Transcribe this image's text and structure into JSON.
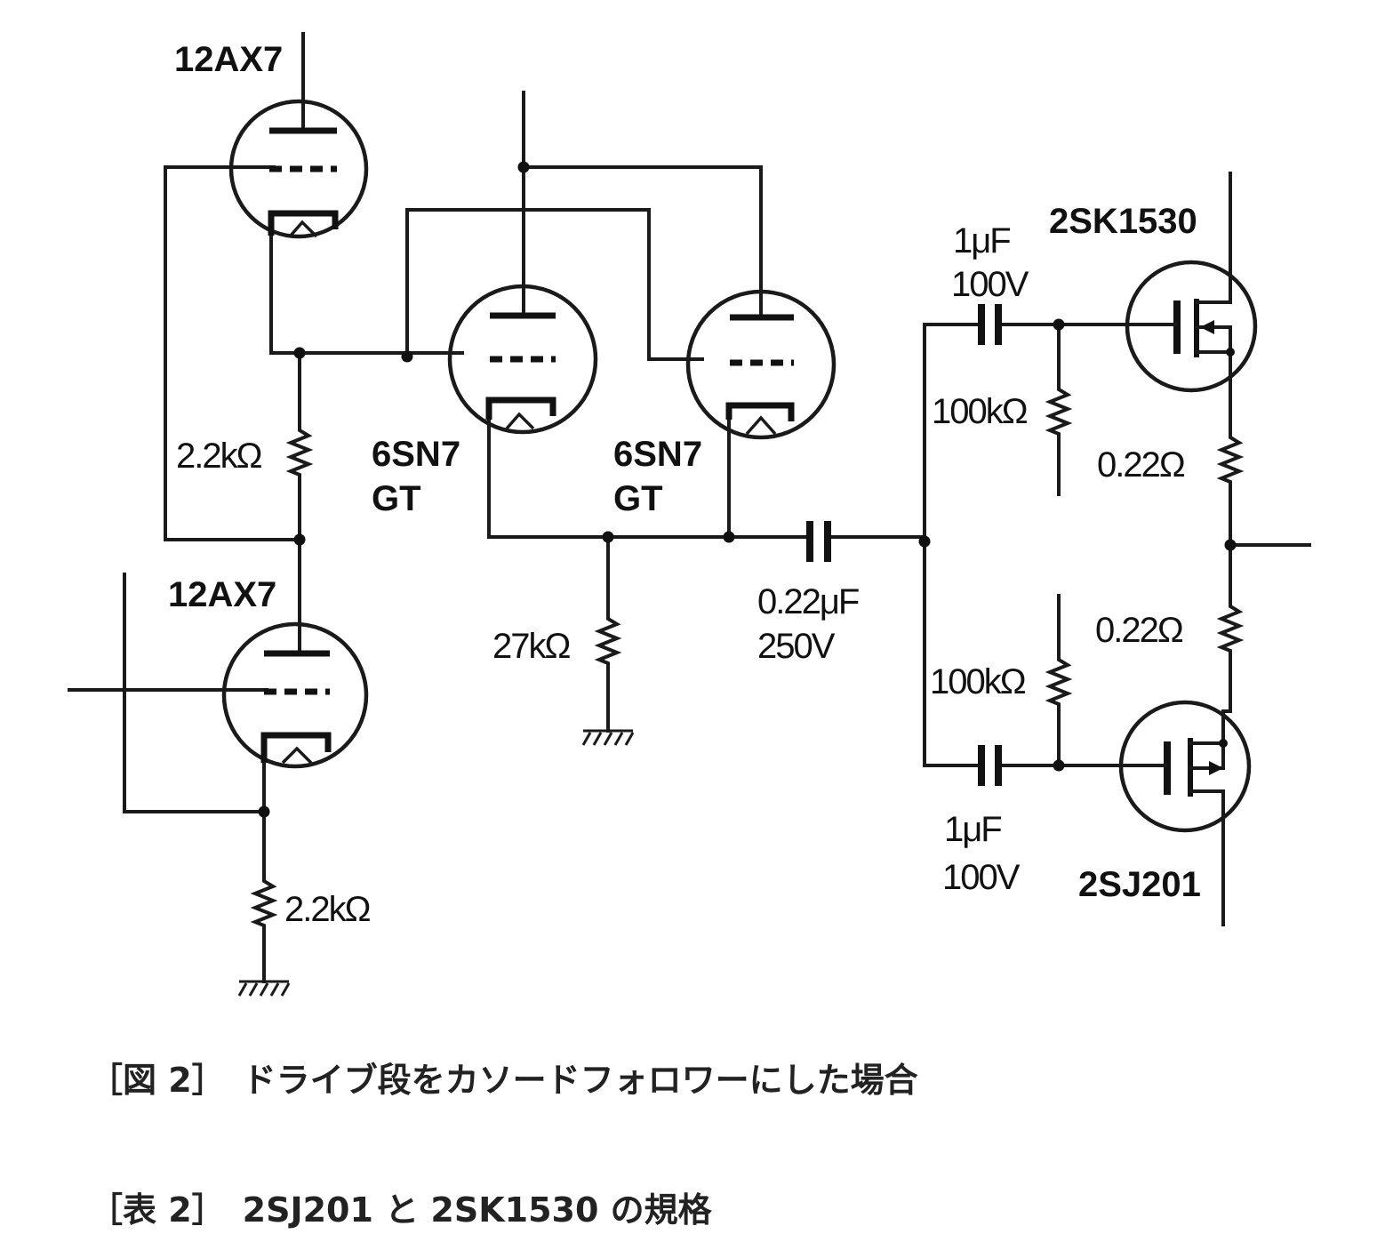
{
  "tubes": {
    "top_12ax7": "12AX7",
    "bottom_12ax7": "12AX7",
    "left_6sn7": [
      "6SN7",
      "GT"
    ],
    "right_6sn7": [
      "6SN7",
      "GT"
    ]
  },
  "transistors": {
    "nch": "2SK1530",
    "pch": "2SJ201"
  },
  "resistors": {
    "r_mid": "2.2kΩ",
    "r_bottom": "2.2kΩ",
    "r_cathode": "27kΩ",
    "r_gate_top": "100kΩ",
    "r_gate_bottom": "100kΩ",
    "r_source_top": "0.22Ω",
    "r_source_bottom": "0.22Ω"
  },
  "capacitors": {
    "coupling": [
      "0.22μF",
      "250V"
    ],
    "gate_top": [
      "1μF",
      "100V"
    ],
    "gate_bottom": [
      "1μF",
      "100V"
    ]
  },
  "captions": {
    "figure": "［図 2］　ドライブ段をカソードフォロワーにした場合",
    "table": "［表 2］　2SJ201 と 2SK1530 の規格"
  }
}
